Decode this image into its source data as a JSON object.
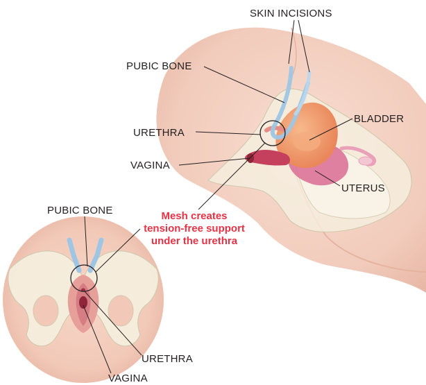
{
  "labels": {
    "skin_incisions": "SKIN INCISIONS",
    "pubic_bone_side": "PUBIC BONE",
    "bladder": "BLADDER",
    "urethra_side": "URETHRA",
    "vagina_side": "VAGINA",
    "uterus": "UTERUS",
    "pubic_bone_front": "PUBIC BONE",
    "urethra_front": "URETHRA",
    "vagina_front": "VAGINA"
  },
  "callout": {
    "line1": "Mesh creates",
    "line2": "tension-free support",
    "line3": "under the urethra"
  },
  "colors": {
    "skin": "#f4d3c4",
    "skin_shadow": "#e9b9a7",
    "bone": "#f6f2e3",
    "bone_outline": "#cfc7ad",
    "bladder": "#f0a173",
    "uterus": "#d95b8a",
    "mesh": "#9ec6e4",
    "callout": "#e63346"
  }
}
